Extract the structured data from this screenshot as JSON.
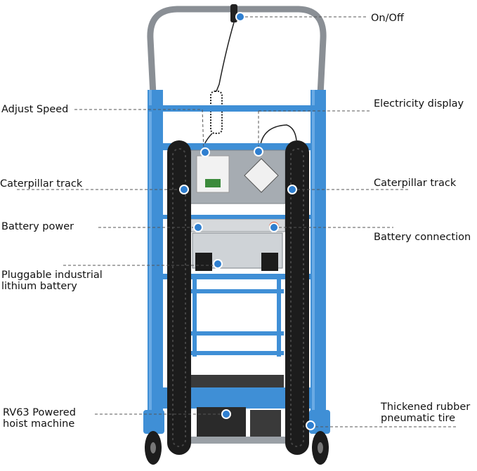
{
  "colors": {
    "frame_blue": "#3f8fd6",
    "frame_blue_dark": "#2c6fb3",
    "track_black": "#1c1c1c",
    "panel_grey": "#9aa0a6",
    "callout_dot": "#2f7fd0",
    "leader_line": "#555555",
    "handle_steel": "#8a8f95",
    "accent_orange": "#e0522b"
  },
  "callouts": {
    "on_off": "On/Off",
    "adjust_speed": "Adjust Speed",
    "electricity_display": "Electricity display",
    "caterpillar_track_left": "Caterpillar track",
    "caterpillar_track_right": "Caterpillar track",
    "battery_power": "Battery power",
    "battery_connection": "Battery connection",
    "pluggable_battery": "Pluggable industrial\nlithium battery",
    "rv63_hoist": "RV63 Powered\nhoist machine",
    "rubber_tire": "Thickened rubber\npneumatic tire"
  },
  "icons": {
    "callout_marker": "circle-dot-icon",
    "wheel": "wheel-icon",
    "display": "lcd-display-icon"
  }
}
